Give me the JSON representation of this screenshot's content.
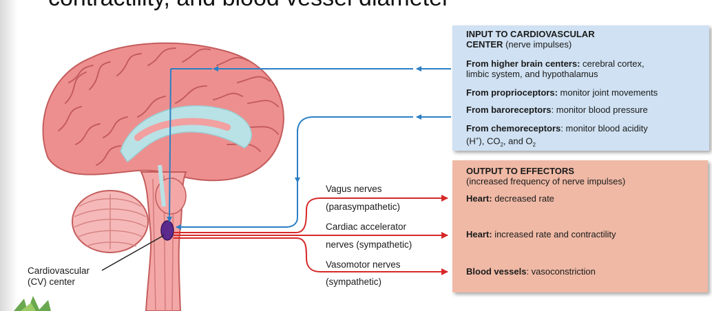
{
  "title": "contractility, and blood vessel diameter",
  "input": {
    "heading_bold": "INPUT TO CARDIOVASCULAR",
    "heading_bold2": "CENTER",
    "heading_rest": " (nerve impulses)",
    "higher_bold": "From higher brain centers:",
    "higher_rest": " cerebral cortex,",
    "higher_line2": "limbic system, and hypothalamus",
    "proprio_bold": "From proprioceptors:",
    "proprio_rest": " monitor joint movements",
    "baro_bold": "From baroreceptors",
    "baro_rest": ": monitor blood pressure",
    "chemo_bold": "From chemoreceptors",
    "chemo_rest": ": monitor blood acidity",
    "chemo_l2_a": "(H",
    "chemo_l2_sup": "+",
    "chemo_l2_b": "), CO",
    "chemo_l2_sub1": "2",
    "chemo_l2_c": ", and O",
    "chemo_l2_sub2": "2"
  },
  "output": {
    "heading": "OUTPUT TO EFFECTORS",
    "subheading": "(increased frequency of nerve impulses)",
    "heart1_bold": "Heart:",
    "heart1_rest": " decreased rate",
    "heart2_bold": "Heart:",
    "heart2_rest": " increased rate and contractility",
    "vessels_bold": "Blood vessels",
    "vessels_rest": ": vasoconstriction"
  },
  "nerves": {
    "vagus_1": "Vagus nerves",
    "vagus_2": "(parasympathetic)",
    "cardiac_1": "Cardiac accelerator",
    "cardiac_2": "nerves (sympathetic)",
    "vaso_1": "Vasomotor nerves",
    "vaso_2": "(sympathetic)"
  },
  "cv_label_1": "Cardiovascular",
  "cv_label_2": "(CV) center",
  "colors": {
    "input_box": "#cfe1f2",
    "output_box": "#efb9a5",
    "input_arrow": "#2b7fc4",
    "output_arrow": "#d62828",
    "brain": "#ee8f8f",
    "cv_center": "#5b2a8c"
  }
}
